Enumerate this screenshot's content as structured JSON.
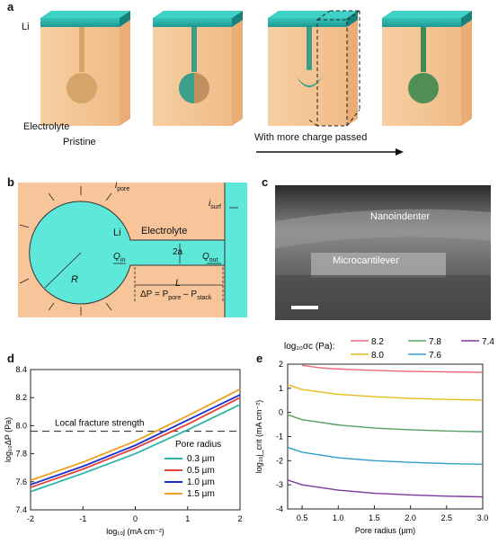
{
  "panel_a": {
    "label": "a",
    "li": "Li",
    "electrolyte": "Electrolyte",
    "pristine": "Pristine",
    "arrow_caption": "With more charge passed",
    "colors": {
      "li_top": "#2bb8b0",
      "li_side": "#1e8f88",
      "electrolyte": "#f5c79a",
      "pore": "#d4a46a",
      "dendrite": "#3aa089",
      "green_fill": "#4f8f55"
    }
  },
  "panel_b": {
    "label": "b",
    "i_pore": "i",
    "i_pore_sub": "pore",
    "i_surf": "i",
    "i_surf_sub": "surf",
    "electrolyte": "Electrolyte",
    "li": "Li",
    "two_a": "2a",
    "q_in": "Q",
    "q_in_sub": "in",
    "q_out": "Q",
    "q_out_sub": "out",
    "R": "R",
    "L": "L",
    "delta_p": "ΔP = P",
    "delta_p_sub1": "pore",
    "delta_p_mid": " – P",
    "delta_p_sub2": "stack",
    "colors": {
      "bg": "#f8c59a",
      "li": "#5ee8da"
    }
  },
  "panel_c": {
    "label": "c",
    "nanoindenter": "Nanoindenter",
    "microcantilever": "Microcantilever"
  },
  "chart_data": [
    {
      "panel": "d",
      "type": "line",
      "xlabel": "log₁₀j (mA cm⁻²)",
      "ylabel": "log₁₀ΔP (Pa)",
      "xlim": [
        -2,
        2
      ],
      "ylim": [
        7.4,
        8.4
      ],
      "xticks": [
        "-2",
        "-1",
        "0",
        "1",
        "2"
      ],
      "yticks": [
        "7.4",
        "7.6",
        "7.8",
        "8.0",
        "8.2",
        "8.4"
      ],
      "legend_title": "Pore radius",
      "annotation": "Local fracture strength",
      "reference_line": 7.96,
      "series": [
        {
          "name": "0.3 µm",
          "color": "#2bb5a8",
          "x": [
            -2,
            -1,
            0,
            1,
            2
          ],
          "y": [
            7.53,
            7.66,
            7.8,
            7.97,
            8.15
          ]
        },
        {
          "name": "0.5 µm",
          "color": "#e0443c",
          "x": [
            -2,
            -1,
            0,
            1,
            2
          ],
          "y": [
            7.56,
            7.69,
            7.84,
            8.01,
            8.2
          ]
        },
        {
          "name": "1.0 µm",
          "color": "#1a2fd0",
          "x": [
            -2,
            -1,
            0,
            1,
            2
          ],
          "y": [
            7.58,
            7.71,
            7.86,
            8.04,
            8.22
          ]
        },
        {
          "name": "1.5 µm",
          "color": "#f0a020",
          "x": [
            -2,
            -1,
            0,
            1,
            2
          ],
          "y": [
            7.61,
            7.74,
            7.89,
            8.07,
            8.26
          ]
        }
      ]
    },
    {
      "panel": "e",
      "type": "line",
      "xlabel": "Pore radius (µm)",
      "ylabel": "log₁₀j_crit (mA cm⁻²)",
      "xlim": [
        0.3,
        3.0
      ],
      "ylim": [
        -4,
        2
      ],
      "xticks": [
        "0.5",
        "1.0",
        "1.5",
        "2.0",
        "2.5",
        "3.0"
      ],
      "yticks": [
        "-4",
        "-3",
        "-2",
        "-1",
        "0",
        "1",
        "2"
      ],
      "legend_title": "log₁₀σc (Pa):",
      "series": [
        {
          "name": "8.2",
          "color": "#f06878",
          "x": [
            0.5,
            0.75,
            1.0,
            1.5,
            2.0,
            2.5,
            3.0
          ],
          "y": [
            1.95,
            1.85,
            1.8,
            1.74,
            1.7,
            1.68,
            1.66
          ]
        },
        {
          "name": "8.0",
          "color": "#e8b820",
          "x": [
            0.3,
            0.5,
            1.0,
            1.5,
            2.0,
            2.5,
            3.0
          ],
          "y": [
            1.15,
            0.95,
            0.75,
            0.65,
            0.58,
            0.54,
            0.51
          ]
        },
        {
          "name": "7.8",
          "color": "#5aa060",
          "x": [
            0.3,
            0.5,
            1.0,
            1.5,
            2.0,
            2.5,
            3.0
          ],
          "y": [
            -0.1,
            -0.3,
            -0.52,
            -0.65,
            -0.72,
            -0.77,
            -0.8
          ]
        },
        {
          "name": "7.6",
          "color": "#30a0c8",
          "x": [
            0.3,
            0.5,
            1.0,
            1.5,
            2.0,
            2.5,
            3.0
          ],
          "y": [
            -1.45,
            -1.65,
            -1.88,
            -2.0,
            -2.07,
            -2.12,
            -2.15
          ]
        },
        {
          "name": "7.4",
          "color": "#7a3aa0",
          "x": [
            0.3,
            0.5,
            1.0,
            1.5,
            2.0,
            2.5,
            3.0
          ],
          "y": [
            -2.8,
            -3.0,
            -3.22,
            -3.35,
            -3.42,
            -3.47,
            -3.5
          ]
        }
      ]
    }
  ]
}
